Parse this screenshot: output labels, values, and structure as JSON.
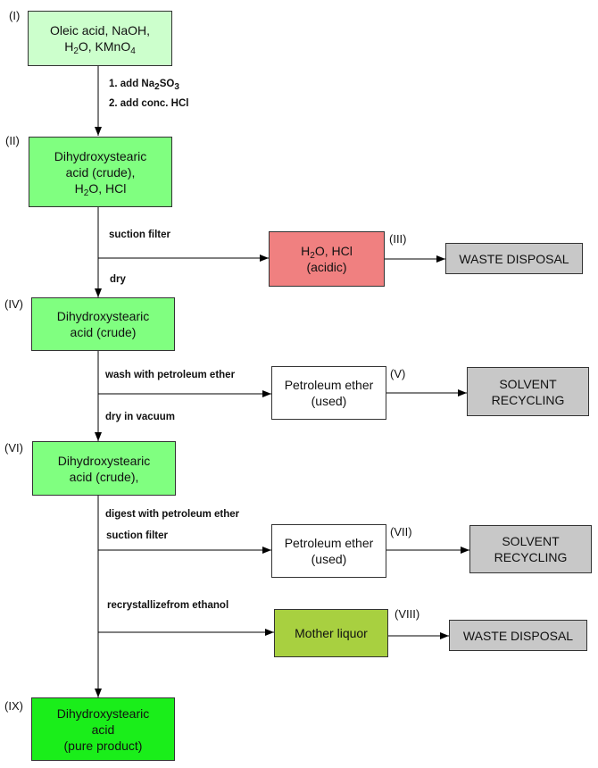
{
  "colors": {
    "start": "#ccffcc",
    "intermediate": "#80ff80",
    "final": "#1aee1a",
    "acidic": "#f08080",
    "solvent": "#ffffff",
    "mother_liquor": "#a8d040",
    "disposal": "#c8c8c8",
    "line": "#000000"
  },
  "nodes": {
    "n1": {
      "number": "(I)",
      "lines": [
        [
          "Oleic acid, NaOH,"
        ],
        [
          "H",
          {
            "sub": "2"
          },
          "O, KMnO",
          {
            "sub": "4"
          }
        ]
      ]
    },
    "n2": {
      "number": "(II)",
      "lines": [
        [
          "Dihydroxystearic"
        ],
        [
          "acid (crude),"
        ],
        [
          "H",
          {
            "sub": "2"
          },
          "O, HCl"
        ]
      ]
    },
    "n3": {
      "number": "(III)",
      "lines": [
        [
          "H",
          {
            "sub": "2"
          },
          "O, HCl"
        ],
        [
          "(acidic)"
        ]
      ]
    },
    "n4": {
      "number": "(IV)",
      "lines": [
        [
          "Dihydroxystearic"
        ],
        [
          "acid (crude)"
        ]
      ]
    },
    "n5": {
      "number": "(V)",
      "lines": [
        [
          "Petroleum ether"
        ],
        [
          "(used)"
        ]
      ]
    },
    "n6": {
      "number": "(VI)",
      "lines": [
        [
          "Dihydroxystearic"
        ],
        [
          "acid (crude),"
        ]
      ]
    },
    "n7": {
      "number": "(VII)",
      "lines": [
        [
          "Petroleum ether"
        ],
        [
          "(used)"
        ]
      ]
    },
    "n8": {
      "number": "(VIII)",
      "lines": [
        [
          "Mother liquor"
        ]
      ]
    },
    "n9": {
      "number": "(IX)",
      "lines": [
        [
          "Dihydroxystearic"
        ],
        [
          "acid"
        ],
        [
          "(pure product)"
        ]
      ]
    },
    "d1": {
      "lines": [
        [
          "WASTE DISPOSAL"
        ]
      ]
    },
    "d2": {
      "lines": [
        [
          "SOLVENT"
        ],
        [
          "RECYCLING"
        ]
      ]
    },
    "d3": {
      "lines": [
        [
          "SOLVENT"
        ],
        [
          "RECYCLING"
        ]
      ]
    },
    "d4": {
      "lines": [
        [
          "WASTE DISPOSAL"
        ]
      ]
    }
  },
  "steps": {
    "s1": [
      [
        "1. add Na",
        {
          "sub": "2"
        },
        "SO",
        {
          "sub": "3"
        }
      ]
    ],
    "s2": [
      [
        "2. add conc. HCl"
      ]
    ],
    "s3": [
      [
        "suction filter"
      ]
    ],
    "s4": [
      [
        "dry"
      ]
    ],
    "s5": [
      [
        "wash with petroleum ether"
      ]
    ],
    "s6": [
      [
        "dry in vacuum"
      ]
    ],
    "s7": [
      [
        "digest with petroleum ether"
      ]
    ],
    "s8": [
      [
        "suction filter"
      ]
    ],
    "s9": [
      [
        "recrystallize"
      ],
      [
        "from ethanol"
      ]
    ]
  }
}
